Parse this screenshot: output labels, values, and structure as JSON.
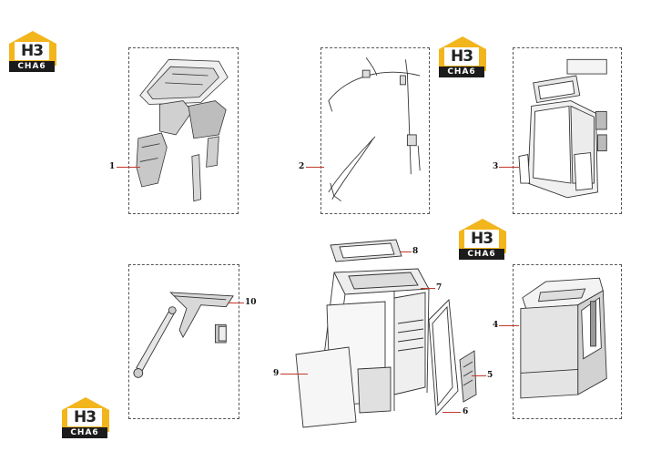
{
  "logo": {
    "mark": "H3",
    "brand": "CHA6",
    "colors": {
      "roof": "#f2b51c",
      "band": "#1b1b1b"
    }
  },
  "callouts": [
    "1",
    "2",
    "3",
    "4",
    "5",
    "6",
    "7",
    "8",
    "9",
    "10"
  ],
  "colors": {
    "leader": "#c0392b",
    "line": "#333333"
  }
}
